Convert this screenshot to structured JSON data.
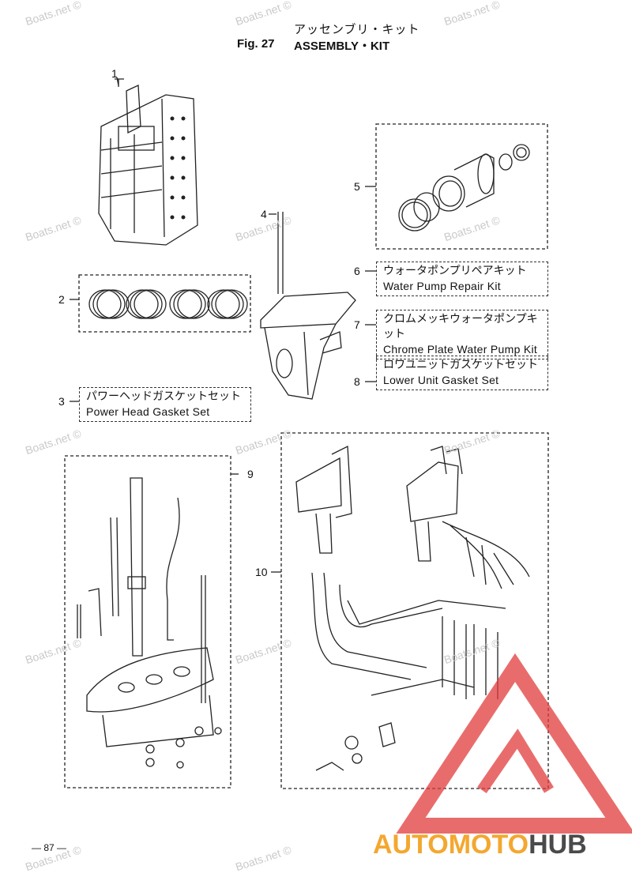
{
  "header": {
    "title_jp": "アッセンブリ・キット",
    "fig_label": "Fig. 27",
    "title_en": "ASSEMBLY・KIT"
  },
  "callouts": [
    "1",
    "2",
    "3",
    "4",
    "5",
    "6",
    "7",
    "8",
    "9",
    "10"
  ],
  "kits": {
    "power_head": {
      "jp": "パワーヘッドガスケットセット",
      "en": "Power Head Gasket Set"
    },
    "water_pump": {
      "jp": "ウォータポンプリペアキット",
      "en": "Water Pump Repair Kit"
    },
    "chrome_pump": {
      "jp": "クロムメッキウォータポンプキット",
      "en": "Chrome Plate Water Pump Kit"
    },
    "lower_unit": {
      "jp": "ロワユニットガスケットセット",
      "en": "Lower Unit Gasket Set"
    }
  },
  "watermark": "Boats.net ©",
  "page_number": "— 87 —",
  "logo": {
    "part1": "AUTOMOTO",
    "part2": "HUB",
    "color1": "#f4a72f",
    "color2": "#4a4a4a",
    "triangle_color": "#e23b3b"
  }
}
